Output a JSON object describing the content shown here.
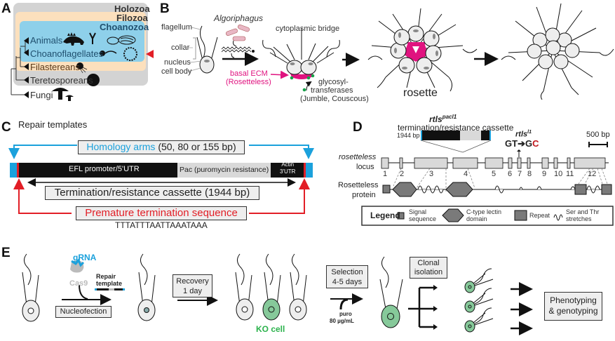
{
  "colors": {
    "holozoa_bg": "#d3d3d3",
    "filozoa_bg": "#fce0bd",
    "choanozoa_bg": "#8ed0ea",
    "magenta": "#e0127f",
    "blue": "#1ba1dc",
    "red": "#e21e26",
    "green_cell": "#86c99a",
    "ko_green": "#2bb24c",
    "gray_box": "#d9d9d9",
    "protein_gray": "#7a7a7a"
  },
  "panelA": {
    "letter": "A",
    "clades": [
      "Holozoa",
      "Filozoa",
      "Choanozoa"
    ],
    "taxa": [
      "Animals",
      "Choanoflagellates",
      "Filastereans",
      "Teretosporeans",
      "Fungi"
    ]
  },
  "panelB": {
    "letter": "B",
    "bacteria_label": "Algoriphagus",
    "cell_parts": [
      "flagellum",
      "collar",
      "nucleus",
      "cell body"
    ],
    "bridge_label": "cytoplasmic bridge",
    "ecm_label": "basal ECM",
    "ecm_protein": "(Rosetteless)",
    "glyco_label_1": "glycosyl-",
    "glyco_label_2": "transferases",
    "glyco_label_3": "(Jumble, Couscous)",
    "rosette_label": "rosette"
  },
  "panelC": {
    "letter": "C",
    "title": "Repair templates",
    "homology_label": "Homology arms",
    "homology_sizes": "(50, 80 or 155 bp)",
    "segments": {
      "promoter": "EFL promoter/5'UTR",
      "pac": "Pac (puromycin resistance)",
      "actin_1": "Actin",
      "actin_2": "3'UTR"
    },
    "cassette_label": "Termination/resistance cassette (1944 bp)",
    "termination_label": "Premature termination sequence",
    "termination_sequence": "TTTATTTAATTAAATAAA"
  },
  "panelD": {
    "letter": "D",
    "allele_pac": "rtls",
    "allele_pac_sup": "pacl1",
    "cassette_label": "termination/resistance cassette",
    "cassette_size": "1944 bp",
    "allele_l1": "rtls",
    "allele_l1_sup": "l1",
    "mutation_from": "GT",
    "mutation_to_1": "G",
    "mutation_to_2": "C",
    "scale_label": "500 bp",
    "locus_label_1": "rosetteless",
    "locus_label_2": "locus",
    "exons": [
      "1",
      "2",
      "3",
      "4",
      "5",
      "6",
      "7",
      "8",
      "9",
      "10",
      "11",
      "12"
    ],
    "protein_label_1": "Rosetteless",
    "protein_label_2": "protein",
    "legend": {
      "title": "Legend",
      "items": [
        {
          "label_1": "Signal",
          "label_2": "sequence"
        },
        {
          "label_1": "C-type lectin",
          "label_2": "domain"
        },
        {
          "label_1": "Repeat",
          "label_2": ""
        },
        {
          "label_1": "Ser and Thr",
          "label_2": "stretches"
        }
      ]
    }
  },
  "panelE": {
    "letter": "E",
    "grna": "gRNA",
    "cas9": "Cas9",
    "repair_1": "Repair",
    "repair_2": "template",
    "nucleofection": "Nucleofection",
    "recovery_1": "Recovery",
    "recovery_2": "1 day",
    "ko_cell": "KO cell",
    "selection_1": "Selection",
    "selection_2": "4-5 days",
    "puro_1": "puro",
    "puro_2": "80 µg/mL",
    "clonal_1": "Clonal",
    "clonal_2": "isolation",
    "pheno_1": "Phenotyping",
    "pheno_2": "& genotyping"
  }
}
